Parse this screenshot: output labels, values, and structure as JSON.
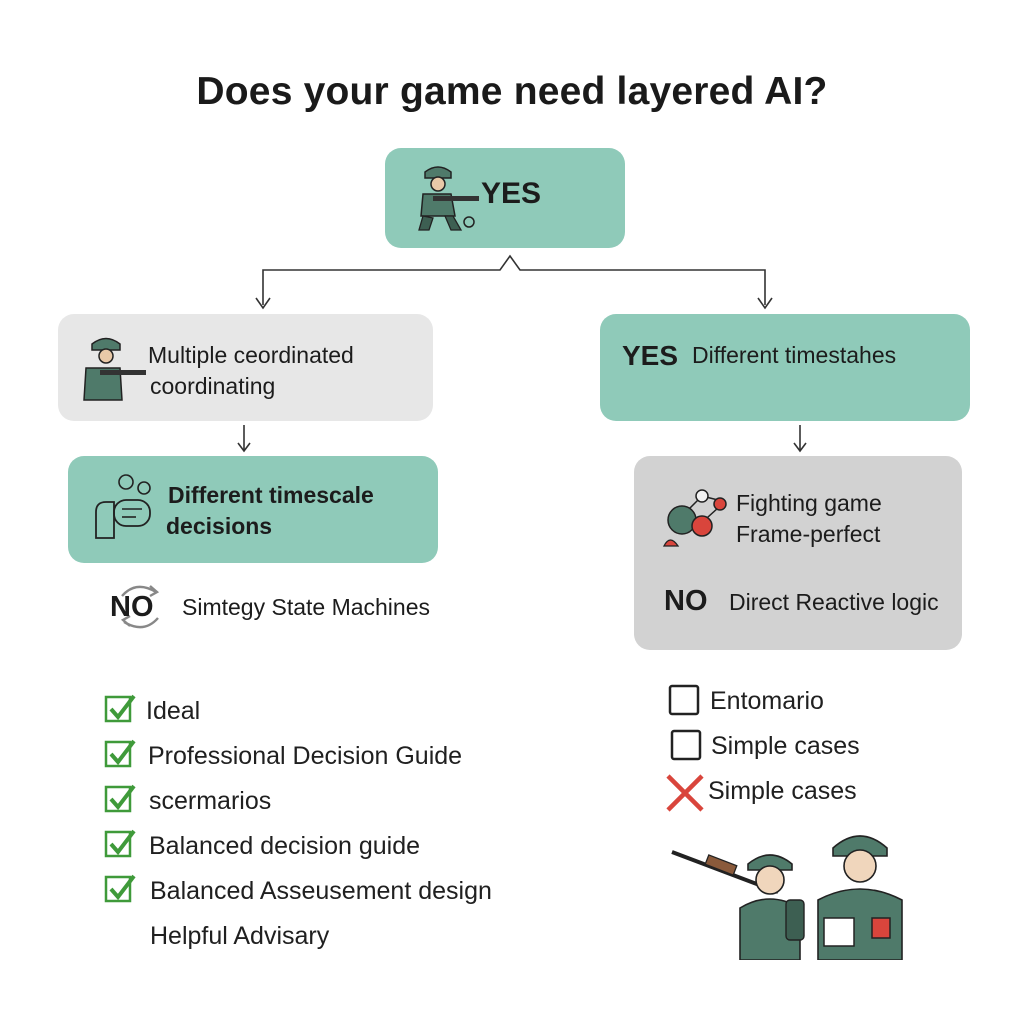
{
  "title": "Does your game need layered AI?",
  "root": {
    "label": "YES"
  },
  "left": {
    "node1": {
      "line1": "Multiple ceordinated",
      "line2": "coordinating"
    },
    "node2": {
      "line1": "Different timescale",
      "line2": "decisions"
    },
    "no_row": {
      "label": "NO",
      "text": "Simtegy State Machines"
    },
    "checklist": [
      "Ideal",
      "Professional Decision Guide",
      "scermarios",
      "Balanced decision guide",
      "Balanced Asseusement design"
    ],
    "footer": "Helpful Advisary"
  },
  "right": {
    "node1": {
      "yes": "YES",
      "text": "Different timestahes"
    },
    "node2": {
      "line1": "Fighting game",
      "line2": "Frame-perfect",
      "no": "NO",
      "no_text": "Direct Reactive logic"
    },
    "checklist": [
      {
        "text": "Entomario",
        "state": "unchecked"
      },
      {
        "text": "Simple cases",
        "state": "unchecked"
      },
      {
        "text": "Simple cases",
        "state": "crossed"
      }
    ]
  },
  "colors": {
    "teal": "#8fcab9",
    "grey_light": "#e7e7e7",
    "grey_mid": "#d2d2d2",
    "check_green": "#3f9a3a",
    "cross_red": "#d9453c",
    "soldier": "#4f7a6a"
  },
  "icons": {
    "root": "soldier-icon",
    "left_node1": "soldier-icon",
    "left_node2": "hand-thinking-icon",
    "no_row": "refresh-icon",
    "right_node2": "network-nodes-icon",
    "bottom": "soldiers-illustration"
  }
}
